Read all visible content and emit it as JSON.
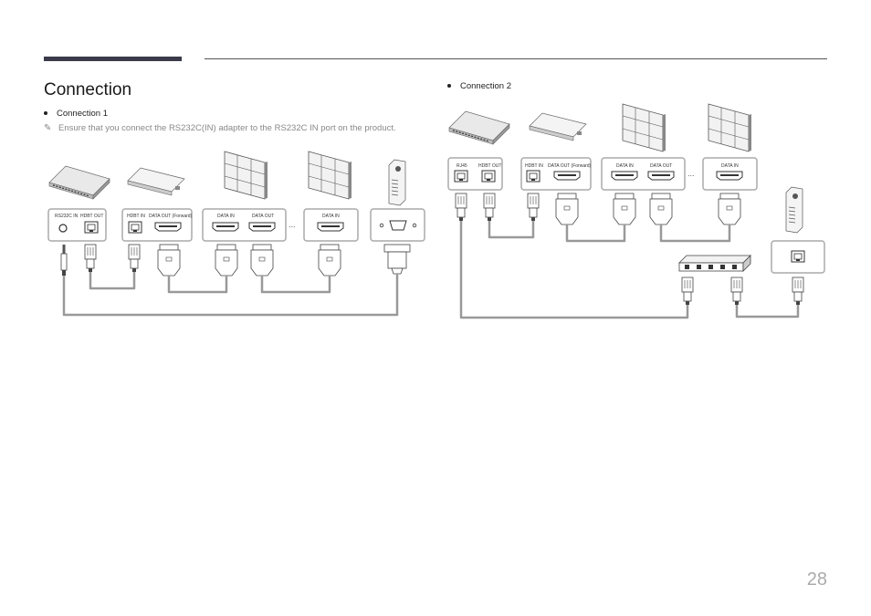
{
  "page": {
    "title": "Connection",
    "page_number": "28"
  },
  "connection1": {
    "bullet": "Connection 1",
    "note": "Ensure that you connect the RS232C(IN) adapter to the RS232C IN port on the product.",
    "ports": {
      "rs232c_in": "RS232C IN",
      "hdbt_out": "HDBT OUT",
      "hdbt_in": "HDBT IN",
      "data_out_forward": "DATA OUT (Forward)",
      "data_in_1": "DATA IN",
      "data_out_1": "DATA OUT",
      "data_in_2": "DATA IN"
    }
  },
  "connection2": {
    "bullet": "Connection 2",
    "ports": {
      "rj45": "RJ45",
      "hdbt_out": "HDBT OUT",
      "hdbt_in": "HDBT IN",
      "data_out_forward": "DATA OUT (Forward)",
      "data_in_1": "DATA IN",
      "data_out_1": "DATA OUT",
      "data_in_2": "DATA IN"
    }
  },
  "icons": {
    "note": "pencil-note-icon",
    "ellipsis": "..."
  },
  "colors": {
    "accent_bar": "#3a3a4a",
    "cable": "#999999",
    "port_box": "#aaaaaa"
  }
}
